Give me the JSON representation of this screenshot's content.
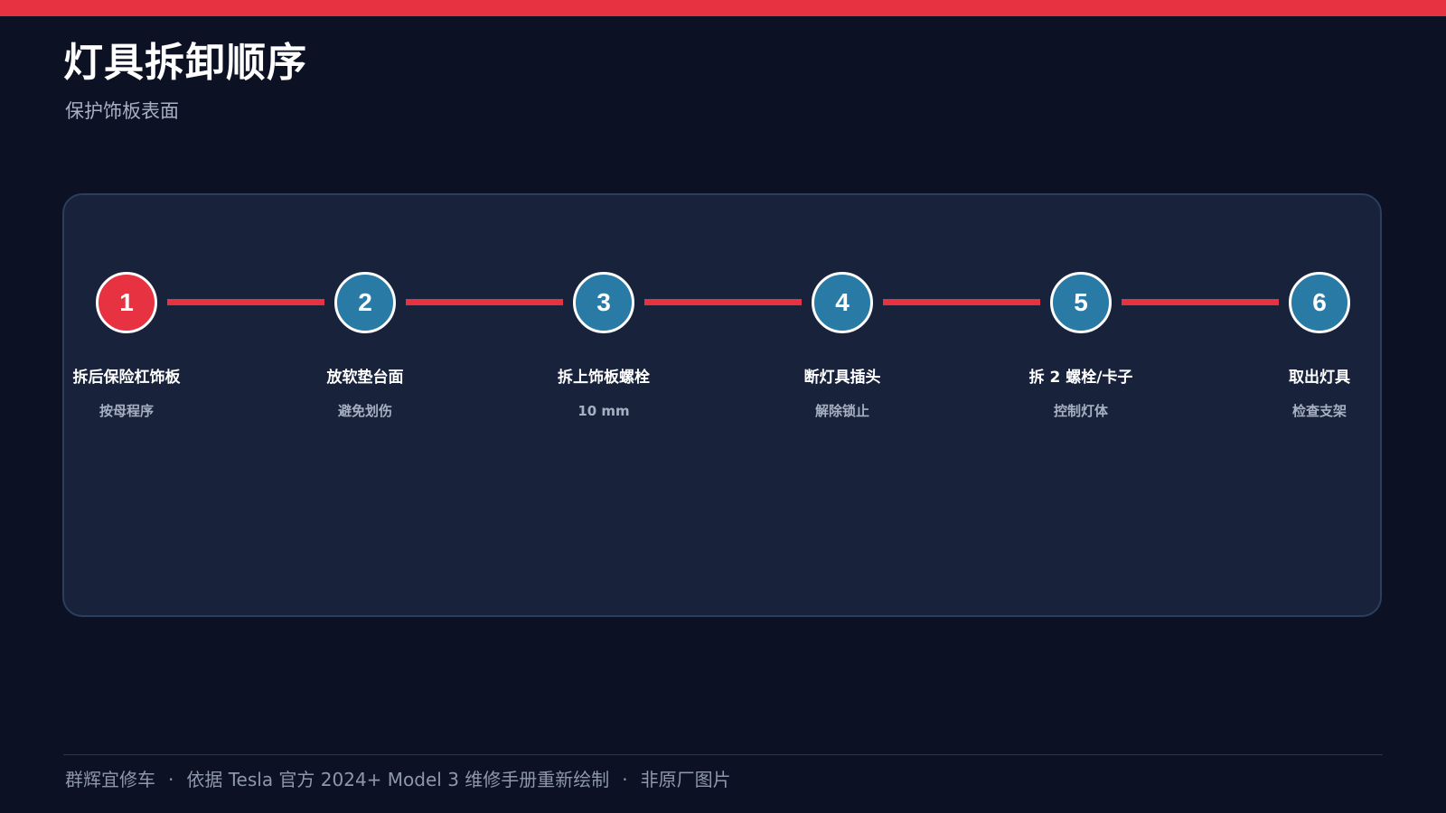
{
  "header": {
    "title": "灯具拆卸顺序",
    "subtitle": "保护饰板表面"
  },
  "colors": {
    "accent": "#e63241",
    "step_active": "#e63241",
    "step_default": "#2a7aa6",
    "background": "#0c1124",
    "panel": "#18223b"
  },
  "steps": [
    {
      "number": "1",
      "title": "拆后保险杠饰板",
      "subtitle": "按母程序",
      "active": true
    },
    {
      "number": "2",
      "title": "放软垫台面",
      "subtitle": "避免划伤",
      "active": false
    },
    {
      "number": "3",
      "title": "拆上饰板螺栓",
      "subtitle": "10 mm",
      "active": false
    },
    {
      "number": "4",
      "title": "断灯具插头",
      "subtitle": "解除锁止",
      "active": false
    },
    {
      "number": "5",
      "title": "拆 2 螺栓/卡子",
      "subtitle": "控制灯体",
      "active": false
    },
    {
      "number": "6",
      "title": "取出灯具",
      "subtitle": "检查支架",
      "active": false
    }
  ],
  "footer": {
    "brand": "群辉宜修车",
    "separator": "·",
    "source": "依据 Tesla 官方 2024+ Model 3 维修手册重新绘制",
    "note": "非原厂图片"
  }
}
